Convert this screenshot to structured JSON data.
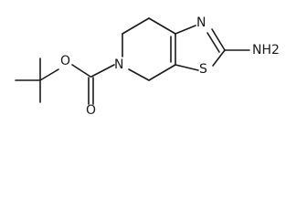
{
  "structure": {
    "atoms": {
      "carbonyl_oxygen": "O",
      "ester_oxygen": "O",
      "ring_nitrogen": "N",
      "thiazole_nitrogen": "N",
      "thiazole_sulfur": "S",
      "amine": "NH2"
    }
  }
}
